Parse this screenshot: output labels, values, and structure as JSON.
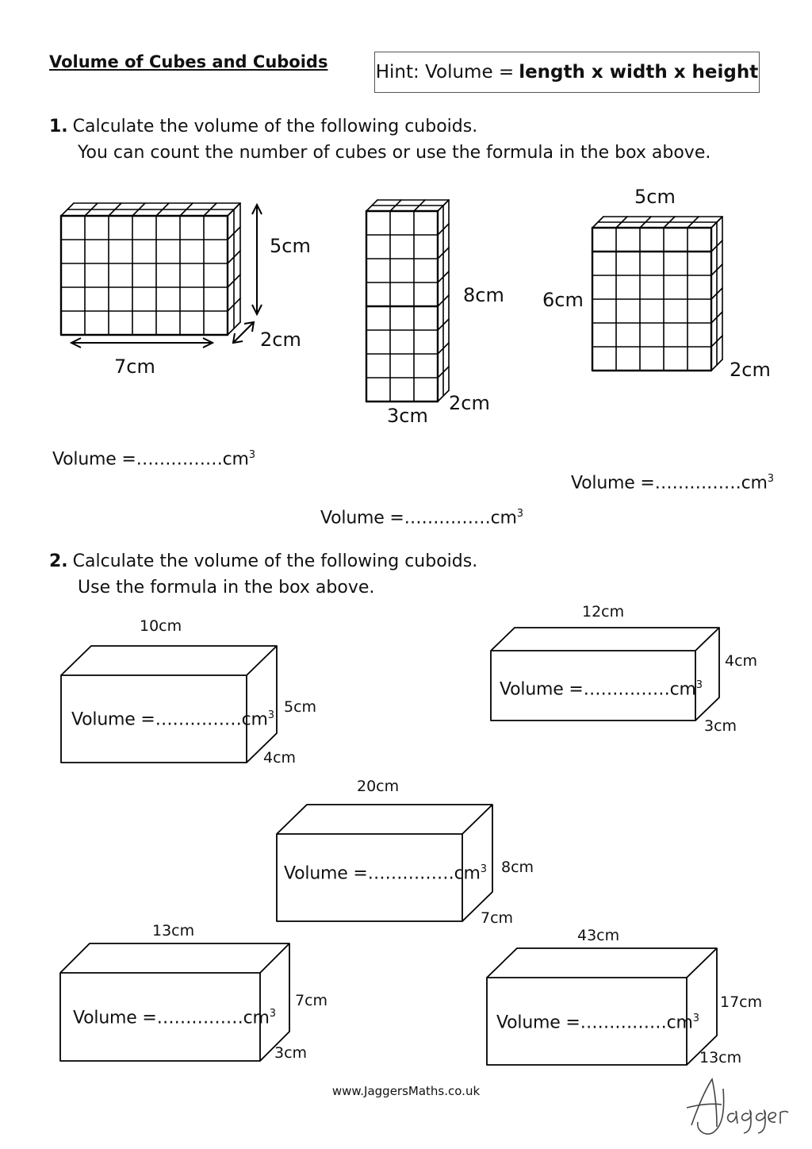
{
  "title": "Volume of Cubes and Cuboids",
  "hint": {
    "prefix": "Hint: Volume =",
    "formula": "length x width x height"
  },
  "q1": {
    "number": "1.",
    "line1": "Calculate the volume of the following cuboids.",
    "line2": "You can count the number of cubes or use the formula in the box above.",
    "cuboids": [
      {
        "length": "7cm",
        "height": "5cm",
        "depth": "2cm"
      },
      {
        "length": "3cm",
        "height": "8cm",
        "depth": "2cm"
      },
      {
        "length": "5cm",
        "height": "6cm",
        "depth": "2cm"
      }
    ]
  },
  "volume_label": {
    "prefix": "Volume =……………cm",
    "power": "3"
  },
  "q2": {
    "number": "2.",
    "line1": "Calculate the volume of the following cuboids.",
    "line2": "Use the formula in the box above.",
    "boxes": [
      {
        "length": "10cm",
        "height": "5cm",
        "depth": "4cm"
      },
      {
        "length": "12cm",
        "height": "4cm",
        "depth": "3cm"
      },
      {
        "length": "20cm",
        "height": "8cm",
        "depth": "7cm"
      },
      {
        "length": "13cm",
        "height": "7cm",
        "depth": "3cm"
      },
      {
        "length": "43cm",
        "height": "17cm",
        "depth": "13cm"
      }
    ]
  },
  "footer": "www.JaggersMaths.co.uk",
  "signature": "AJagger"
}
